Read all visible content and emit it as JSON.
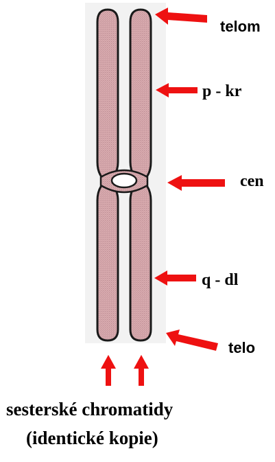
{
  "labels": {
    "telomere_top": "telom",
    "p_arm": "p - kr",
    "centromere": "cen",
    "q_arm": "q - dl",
    "telomere_bottom": "telo"
  },
  "caption": {
    "line1": "sesterské chromatidy",
    "line2": "(identické kopie)"
  },
  "colors": {
    "arrow": "#ee1111",
    "chromatid_fill": "#d7a9ad",
    "chromatid_stroke": "#1a1a1a",
    "backdrop": "#f0f0f0",
    "centromere_fill": "#ffffff"
  },
  "icons": {
    "pointer": "red-arrow-icon"
  }
}
